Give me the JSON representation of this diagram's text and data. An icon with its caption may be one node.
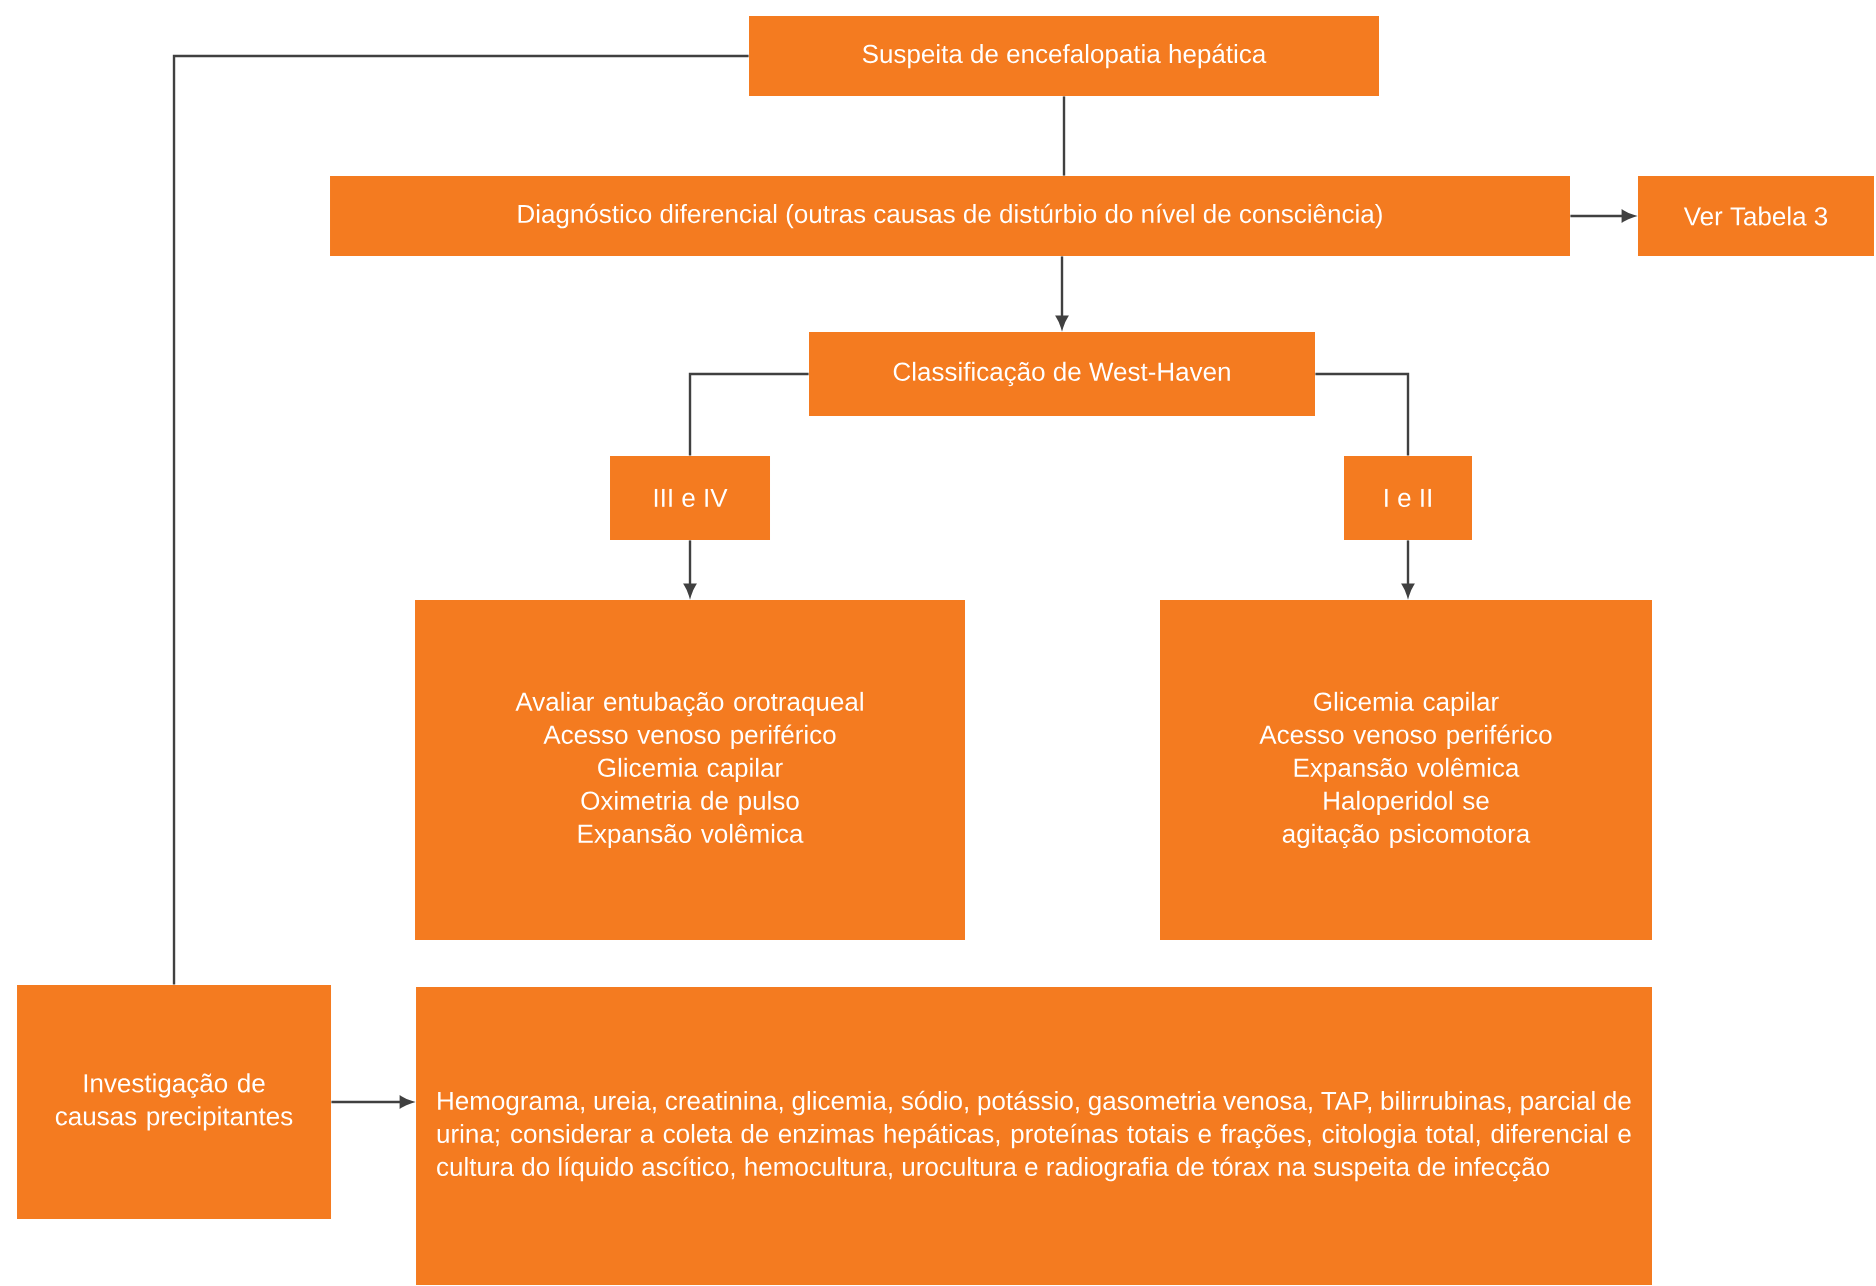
{
  "diagram": {
    "nodes": [
      {
        "text": [
          "Suspeita de encefalopatia hepática"
        ]
      },
      {
        "text": [
          "Diagnóstico diferencial (outras causas de distúrbio do nível de consciência)"
        ]
      },
      {
        "text": [
          "Ver Tabela 3"
        ]
      },
      {
        "text": [
          "Classificação de West-Haven"
        ]
      },
      {
        "text": [
          "III e IV"
        ]
      },
      {
        "text": [
          "I e II"
        ]
      },
      {
        "text": [
          "Avaliar entubação orotraqueal",
          "Acesso venoso periférico",
          "Glicemia capilar",
          "Oximetria de pulso",
          "Expansão volêmica"
        ]
      },
      {
        "text": [
          "Glicemia capilar",
          "Acesso venoso periférico",
          "Expansão volêmica",
          "Haloperidol se agitação psicomotora"
        ]
      },
      {
        "text": [
          "Investigação de causas precipitantes"
        ]
      },
      {
        "text": [
          "Hemograma, ureia, creatinina, glicemia, sódio, potássio, gasometria venosa, TAP, bilirrubinas, parcial de urina; considerar a coleta de enzimas hepáticas, proteínas totais e frações, citologia total, diferencial e cultura do líquido ascítico, hemocultura, urocultura e radiografia de tórax na suspeita de infecção"
        ]
      }
    ],
    "edges": [
      {
        "from": 0,
        "to": 1,
        "arrow": "none"
      },
      {
        "from": 1,
        "to": 2,
        "arrow": "to"
      },
      {
        "from": 1,
        "to": 3,
        "arrow": "to"
      },
      {
        "from": 3,
        "to": 4,
        "arrow": "none"
      },
      {
        "from": 3,
        "to": 5,
        "arrow": "none"
      },
      {
        "from": 4,
        "to": 6,
        "arrow": "to"
      },
      {
        "from": 5,
        "to": 7,
        "arrow": "to"
      },
      {
        "from": 0,
        "to": 8,
        "arrow": "none"
      },
      {
        "from": 8,
        "to": 9,
        "arrow": "to"
      }
    ]
  }
}
